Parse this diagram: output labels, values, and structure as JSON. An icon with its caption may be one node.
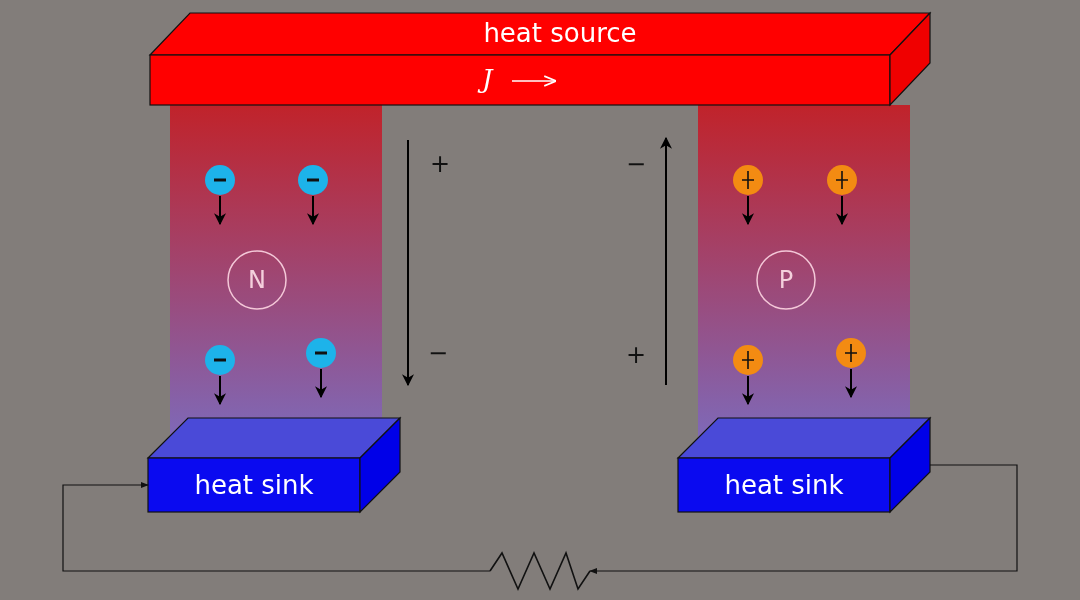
{
  "diagram": {
    "nodes": [
      {
        "text": [
          "heat source",
          "J"
        ]
      },
      {
        "text": [
          "N"
        ]
      },
      {
        "text": [
          "P"
        ]
      },
      {
        "text": [
          "heat sink"
        ]
      },
      {
        "text": [
          "heat sink"
        ]
      },
      {
        "text": [],
        "shape": "resistor"
      }
    ],
    "edges": [
      {
        "from": 4,
        "to": 5,
        "arrow": "to"
      },
      {
        "from": 5,
        "to": 3,
        "arrow": "to"
      }
    ],
    "labels": [
      "+",
      "−",
      "−",
      "+"
    ]
  }
}
